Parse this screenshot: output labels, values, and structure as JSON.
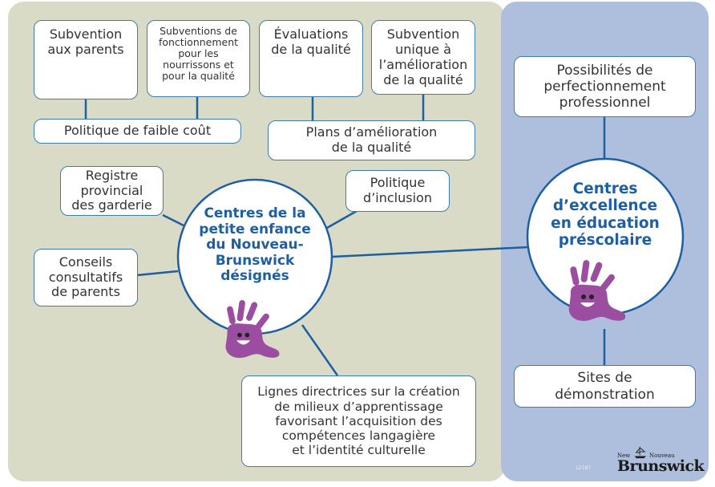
{
  "colors": {
    "left_panel": "#d9dbc6",
    "right_panel": "#adbfdc",
    "connector": "#1d5fa0",
    "box_border": "#3d7eaa",
    "circle_title": "#1d5fa0",
    "hand": "#9b4d9f"
  },
  "left_section": {
    "top_boxes": [
      {
        "label": "Subvention\naux parents"
      },
      {
        "label": "Subventions de\nfonctionnement\npour les\nnourrissons et\npour la qualité"
      },
      {
        "label": "Évaluations\nde la qualité"
      },
      {
        "label": "Subvention\nunique à\nl’amélioration\nde la qualité"
      }
    ],
    "policy_boxes": [
      {
        "label": "Politique de faible coût"
      },
      {
        "label": "Plans d’amélioration\nde la qualité"
      }
    ],
    "side_boxes": [
      {
        "label": "Registre\nprovincial\ndes garderie"
      },
      {
        "label": "Conseils\nconsultatifs\nde parents"
      },
      {
        "label": "Politique\nd’inclusion"
      }
    ],
    "bottom_box": {
      "label": "Lignes directrices sur la création\nde milieux d’apprentissage\nfavorisant l’acquisition des\ncompétences langagière\net l’identité culturelle"
    },
    "center_circle": {
      "title": "Centres de la\npetite enfance\ndu Nouveau-\nBrunswick\ndésignés",
      "icon": "smiling-hand-icon"
    }
  },
  "right_section": {
    "top_box": {
      "label": "Possibilités de\nperfectionnement\nprofessionnel"
    },
    "center_circle": {
      "title": "Centres\nd’excellence\nen éducation\npréscolaire",
      "icon": "smiling-hand-icon"
    },
    "bottom_box": {
      "label": "Sites de\ndémonstration"
    }
  },
  "footer": {
    "code": "12787",
    "logo_new": "New",
    "logo_nouveau": "Nouveau",
    "logo_brunswick": "Brunswick",
    "logo_icon": "ship-icon"
  }
}
